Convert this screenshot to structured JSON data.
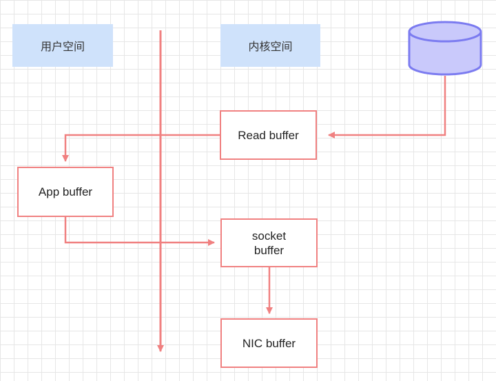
{
  "regions": {
    "user_space": "用户空间",
    "kernel_space": "内核空间"
  },
  "nodes": {
    "read_buffer": "Read buffer",
    "app_buffer": "App buffer",
    "socket_buffer": "socket buffer",
    "nic_buffer": "NIC buffer"
  },
  "colors": {
    "arrow": "#f08080",
    "region_fill": "#cfe2fb",
    "database_fill": "#c9c9fb",
    "database_stroke": "#7b7bf0"
  }
}
